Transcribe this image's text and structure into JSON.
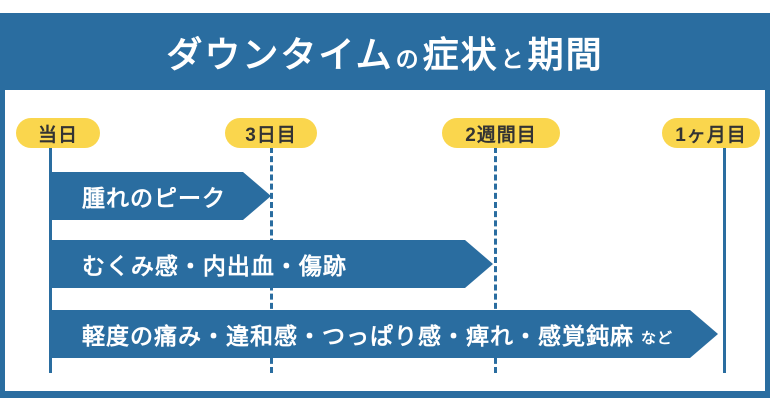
{
  "colors": {
    "primary_blue": "#2a6da0",
    "accent_yellow": "#fad64d",
    "pill_text": "#333333",
    "bar_text": "#ffffff",
    "background": "#ffffff"
  },
  "header": {
    "title": "ダウンタイムの症状と期間",
    "title_parts": [
      "ダウンタイム",
      "の",
      "症状",
      "と",
      "期間"
    ]
  },
  "timeline": {
    "ticks": [
      {
        "label": "当日",
        "guide_line": "solid"
      },
      {
        "label": "3日目",
        "guide_line": "dashed"
      },
      {
        "label": "2週間目",
        "guide_line": "dashed"
      },
      {
        "label": "1ヶ月目",
        "guide_line": "solid"
      }
    ]
  },
  "bars": [
    {
      "label": "腫れのピーク",
      "suffix": "",
      "start": "当日",
      "end": "3日目"
    },
    {
      "label": "むくみ感・内出血・傷跡",
      "suffix": "",
      "start": "当日",
      "end": "2週間目"
    },
    {
      "label": "軽度の痛み・違和感・つっぱり感・痺れ・感覚鈍麻",
      "suffix": "など",
      "start": "当日",
      "end": "1ヶ月目"
    }
  ],
  "chart_data": {
    "type": "bar",
    "subtype": "gantt-timeline",
    "orientation": "horizontal",
    "title": "ダウンタイムの症状と期間",
    "x_ticks": [
      "当日",
      "3日目",
      "2週間目",
      "1ヶ月目"
    ],
    "categories": [
      "腫れのピーク",
      "むくみ感・内出血・傷跡",
      "軽度の痛み・違和感・つっぱり感・痺れ・感覚鈍麻 など"
    ],
    "series": [
      {
        "name": "腫れのピーク",
        "start": "当日",
        "end": "3日目"
      },
      {
        "name": "むくみ感・内出血・傷跡",
        "start": "当日",
        "end": "2週間目"
      },
      {
        "name": "軽度の痛み・違和感・つっぱり感・痺れ・感覚鈍麻 など",
        "start": "当日",
        "end": "1ヶ月目"
      }
    ],
    "legend": false,
    "grid": "vertical-guides-at-ticks",
    "bar_color": "#2a6da0",
    "tick_label_color": "#fad64d"
  }
}
